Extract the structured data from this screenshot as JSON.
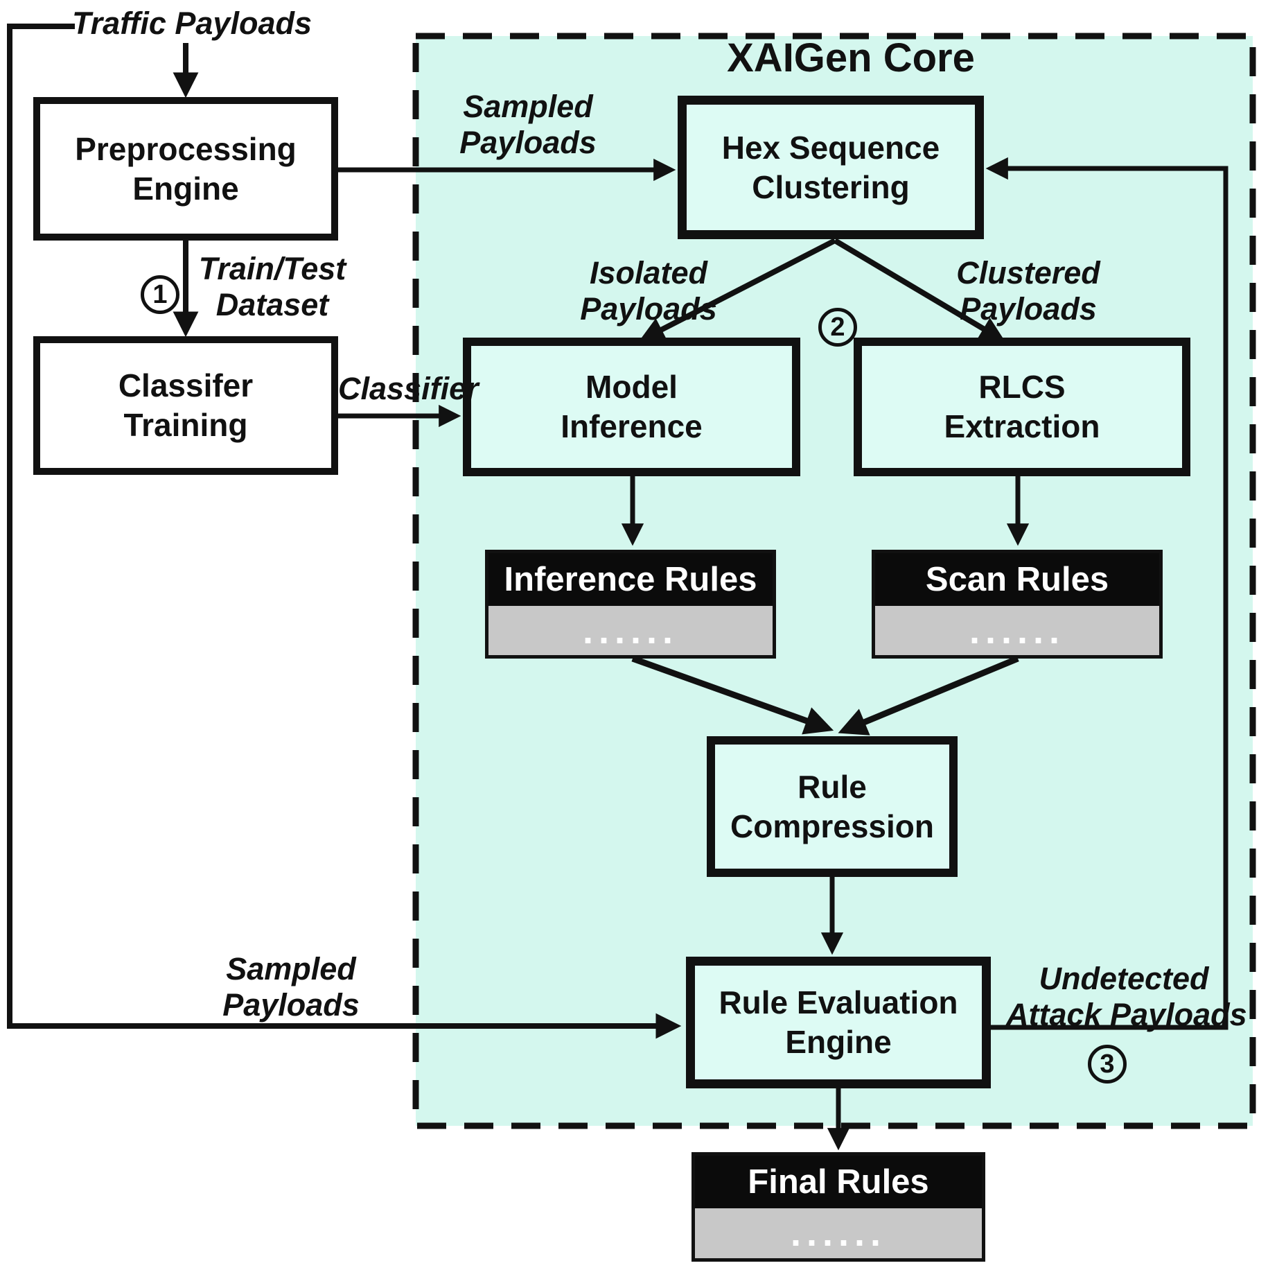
{
  "title": "XAIGen Core",
  "nodes": {
    "preprocessing_engine": {
      "line1": "Preprocessing",
      "line2": "Engine"
    },
    "classifier_training": {
      "line1": "Classifer",
      "line2": "Training"
    },
    "hex_sequence_clustering": {
      "line1": "Hex Sequence",
      "line2": "Clustering"
    },
    "model_inference": {
      "line1": "Model",
      "line2": "Inference"
    },
    "rlcs_extraction": {
      "line1": "RLCS",
      "line2": "Extraction"
    },
    "rule_compression": {
      "line1": "Rule",
      "line2": "Compression"
    },
    "rule_evaluation_engine": {
      "line1": "Rule Evaluation",
      "line2": "Engine"
    }
  },
  "rule_boxes": {
    "inference_rules": {
      "title": "Inference Rules",
      "body": "......"
    },
    "scan_rules": {
      "title": "Scan Rules",
      "body": "......"
    },
    "final_rules": {
      "title": "Final Rules",
      "body": "......"
    }
  },
  "edge_labels": {
    "traffic_payloads": "Traffic Payloads",
    "sampled_payloads_top": {
      "line1": "Sampled",
      "line2": "Payloads"
    },
    "train_test_dataset": {
      "line1": "Train/Test",
      "line2": "Dataset"
    },
    "classifier": "Classifier",
    "isolated_payloads": {
      "line1": "Isolated",
      "line2": "Payloads"
    },
    "clustered_payloads": {
      "line1": "Clustered",
      "line2": "Payloads"
    },
    "sampled_payloads_bottom": {
      "line1": "Sampled",
      "line2": "Payloads"
    },
    "undetected_attack_payloads": {
      "line1": "Undetected",
      "line2": "Attack Payloads"
    }
  },
  "step_markers": {
    "one": "1",
    "two": "2",
    "three": "3"
  },
  "colors": {
    "region_bg": "#d4f7ee",
    "node_bg": "#ddfbf4",
    "outer_node_bg": "#ffffff",
    "rule_body_bg": "#c8c8c8",
    "rule_header_bg": "#0b0b0b",
    "line": "#111111"
  }
}
